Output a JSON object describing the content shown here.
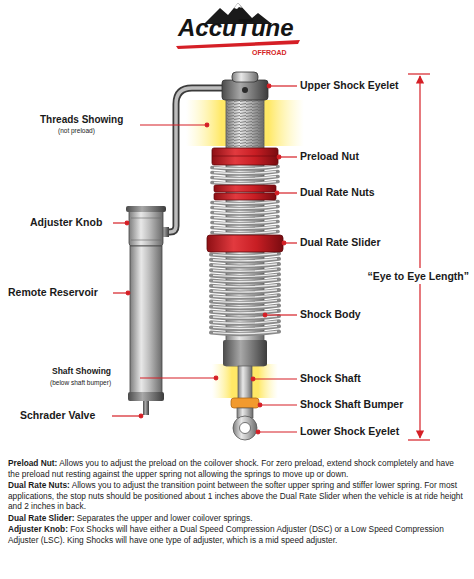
{
  "diagram": {
    "labels": [
      "AccuTune",
      "OFFROAD",
      "Upper Shock Eyelet",
      "Threads Showing",
      "(not preload)",
      "Preload Nut",
      "Dual Rate Nuts",
      "Adjuster Knob",
      "Dual Rate Slider",
      "Remote Reservoir",
      "“Eye to Eye Length”",
      "Shock Body",
      "Shaft Showing",
      "(below shaft bumper)",
      "Shock Shaft",
      "Schrader Valve",
      "Shock Shaft Bumper",
      "Lower Shock Eyelet",
      "Preload Nut:",
      "Allows you to adjust the preload on the coilover shock. For zero preload, extend shock completely and have the preload nut resting against the upper spring not allowing the springs to move up or down.",
      "Dual Rate Nuts:",
      "Allows you to adjust the transition point between the softer upper spring and stiffer lower spring. For most applications, the stop nuts should be positioned about 1 inches above the Dual Rate Slider when the vehicle is at ride height and 2 inches in back.",
      "Dual Rate Slider:",
      "Separates the upper and lower coilover springs.",
      "Adjuster Knob:",
      "Fox Shocks will have either a Dual Speed Compression Adjuster (DSC) or a Low Speed Compression Adjuster (LSC). King Shocks will have one type of adjuster, which is a mid speed adjuster."
    ]
  }
}
